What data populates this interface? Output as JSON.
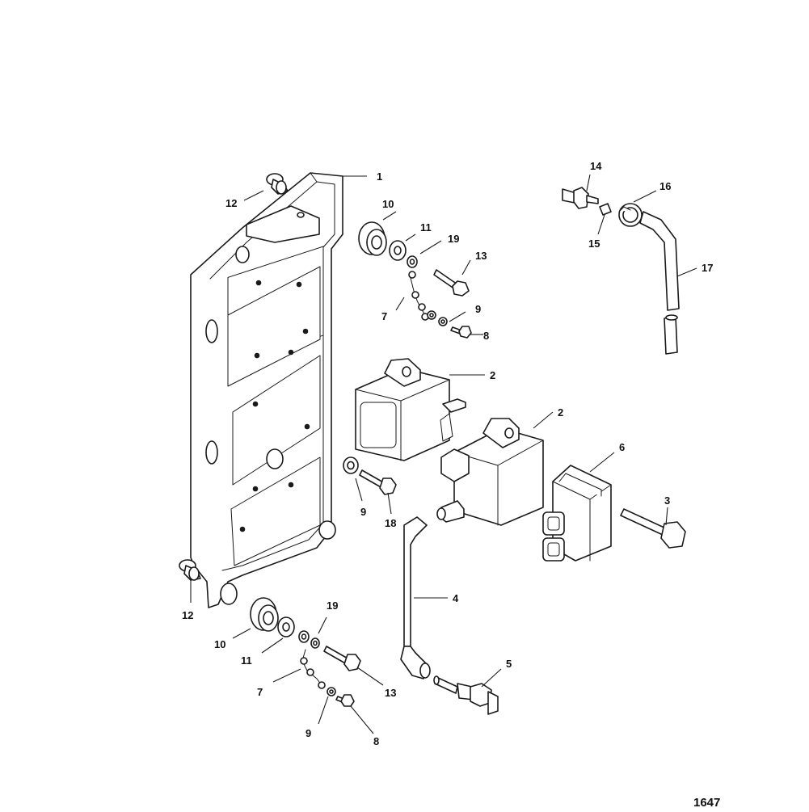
{
  "diagram": {
    "figure_number": "1647",
    "callouts": {
      "c1": "1",
      "c2a": "2",
      "c2b": "2",
      "c3": "3",
      "c4": "4",
      "c5": "5",
      "c6": "6",
      "c7a": "7",
      "c7b": "7",
      "c8a": "8",
      "c8b": "8",
      "c9a": "9",
      "c9b": "9",
      "c9c": "9",
      "c10a": "10",
      "c10b": "10",
      "c11a": "11",
      "c11b": "11",
      "c12a": "12",
      "c12b": "12",
      "c13a": "13",
      "c13b": "13",
      "c14": "14",
      "c15": "15",
      "c16": "16",
      "c17": "17",
      "c18": "18",
      "c19a": "19",
      "c19b": "19"
    }
  }
}
